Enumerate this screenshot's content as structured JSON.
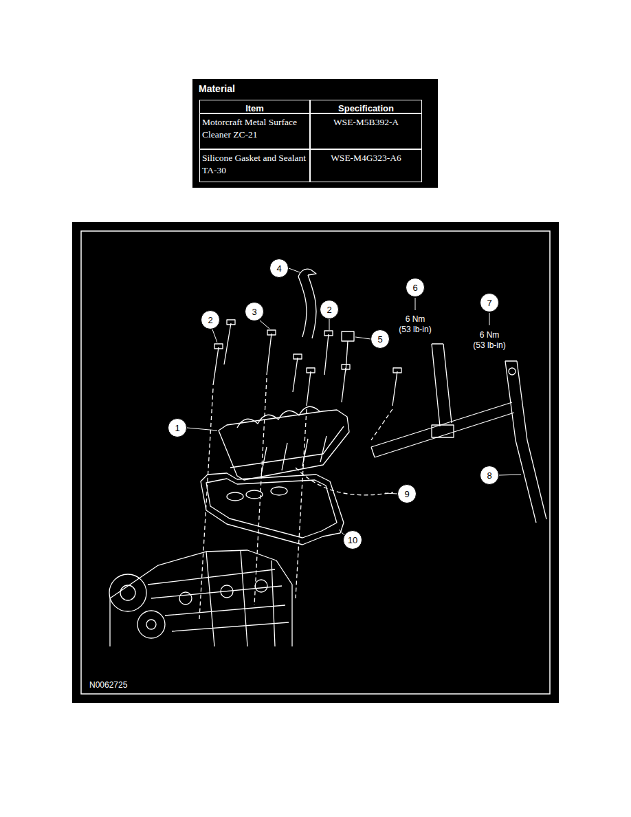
{
  "diagram": {
    "nodes": [
      {
        "text": [
          "Material"
        ]
      },
      {
        "text": [
          "4"
        ]
      },
      {
        "text": [
          "6"
        ]
      },
      {
        "text": [
          "7"
        ]
      },
      {
        "text": [
          "2"
        ]
      },
      {
        "text": [
          "3"
        ]
      },
      {
        "text": [
          "2"
        ]
      },
      {
        "text": [
          "5"
        ]
      },
      {
        "text": [
          "1"
        ]
      },
      {
        "text": [
          "8"
        ]
      },
      {
        "text": [
          "9"
        ]
      },
      {
        "text": [
          "10"
        ]
      }
    ],
    "labels": [
      "Item",
      "Specification",
      "Motorcraft Metal Surface Cleaner ZC-21",
      "WSE-M5B392-A",
      "Silicone Gasket and Sealant TA-30",
      "WSE-M4G323-A6",
      "6 Nm",
      "(53 lb-in)",
      "6 Nm",
      "(53 lb-in)",
      "N0062725"
    ]
  }
}
